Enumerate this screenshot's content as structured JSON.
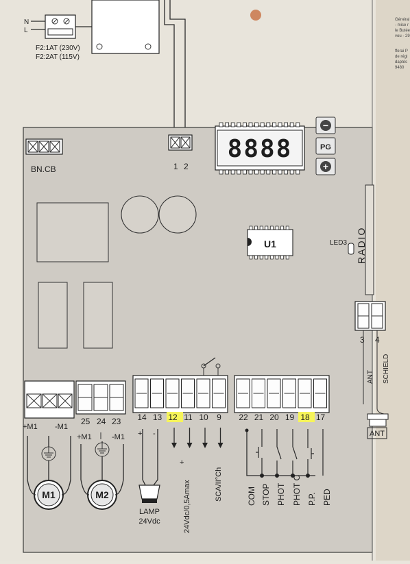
{
  "power": {
    "n_label": "N",
    "l_label": "L",
    "fuse_230": "F2:1AT (230V)",
    "fuse_115": "F2:2AT (115V)"
  },
  "board": {
    "bncb_label": "BN.CB",
    "input_terminals": [
      "1",
      "2"
    ],
    "display_text": "8888",
    "btn_minus": "−",
    "btn_pg": "PG",
    "btn_plus": "+",
    "chip_label": "U1",
    "led_label": "LED3",
    "radio_label": "RADIO"
  },
  "antenna": {
    "terminals": [
      "3",
      "4"
    ],
    "ant_label": "ANT",
    "shield_label": "SCHIELD",
    "ant_box_label": "ANT"
  },
  "motors": {
    "m1_terms": [
      "+M1",
      "-M1"
    ],
    "m2_numbers": [
      "25",
      "24",
      "23"
    ],
    "m2_terms": [
      "+M1",
      "-M1"
    ],
    "m1_label": "M1",
    "m2_label": "M2"
  },
  "outputs": {
    "numbers": [
      "14",
      "13",
      "12",
      "11",
      "10",
      "9"
    ],
    "lamp_plus": "+",
    "lamp_minus": "-",
    "plus": "+",
    "minus": "-",
    "lamp_label": "LAMP",
    "lamp_volt": "24Vdc",
    "power_label": "24Vdc/0,5Amax",
    "sca_label": "SCA/II°Ch",
    "highlight_color": "#f6f45a"
  },
  "inputs": {
    "numbers": [
      "22",
      "21",
      "20",
      "19",
      "18",
      "17"
    ],
    "labels": [
      "COM",
      "STOP",
      "PHOT",
      "PHOT C",
      "P.P.",
      "PED"
    ]
  },
  "margin_text": [
    "Général 1",
    "- mise r",
    "le Butée",
    "vou - 29",
    "fferai P",
    "de régl",
    "daptés",
    "9480"
  ]
}
